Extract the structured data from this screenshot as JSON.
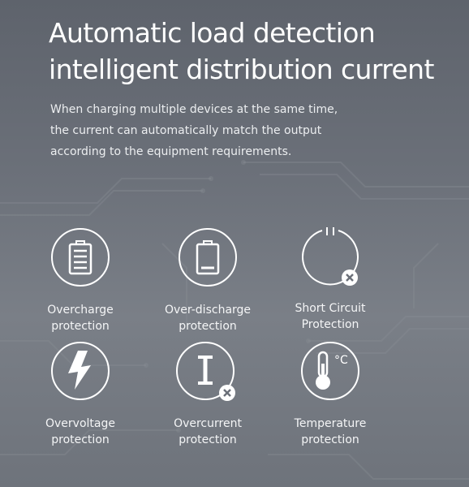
{
  "headline": {
    "line1": "Automatic load detection",
    "line2": "intelligent distribution current"
  },
  "description": {
    "line1": "When charging multiple devices at the same time,",
    "line2": "the current can automatically match the output",
    "line3": "according to the equipment requirements."
  },
  "features": [
    {
      "icon": "battery-full-icon",
      "line1": "Overcharge",
      "line2": "protection"
    },
    {
      "icon": "battery-low-icon",
      "line1": "Over-discharge",
      "line2": "protection"
    },
    {
      "icon": "power-off-icon",
      "line1": "Short Circuit",
      "line2": "Protection"
    },
    {
      "icon": "lightning-icon",
      "line1": "Overvoltage",
      "line2": "protection"
    },
    {
      "icon": "current-i-icon",
      "line1": "Overcurrent",
      "line2": "protection"
    },
    {
      "icon": "thermometer-icon",
      "line1": "Temperature",
      "line2": "protection"
    }
  ],
  "temperature_unit": "°C",
  "colors": {
    "background": "#6b7079",
    "text": "#ffffff",
    "icon_stroke": "#ffffff"
  }
}
